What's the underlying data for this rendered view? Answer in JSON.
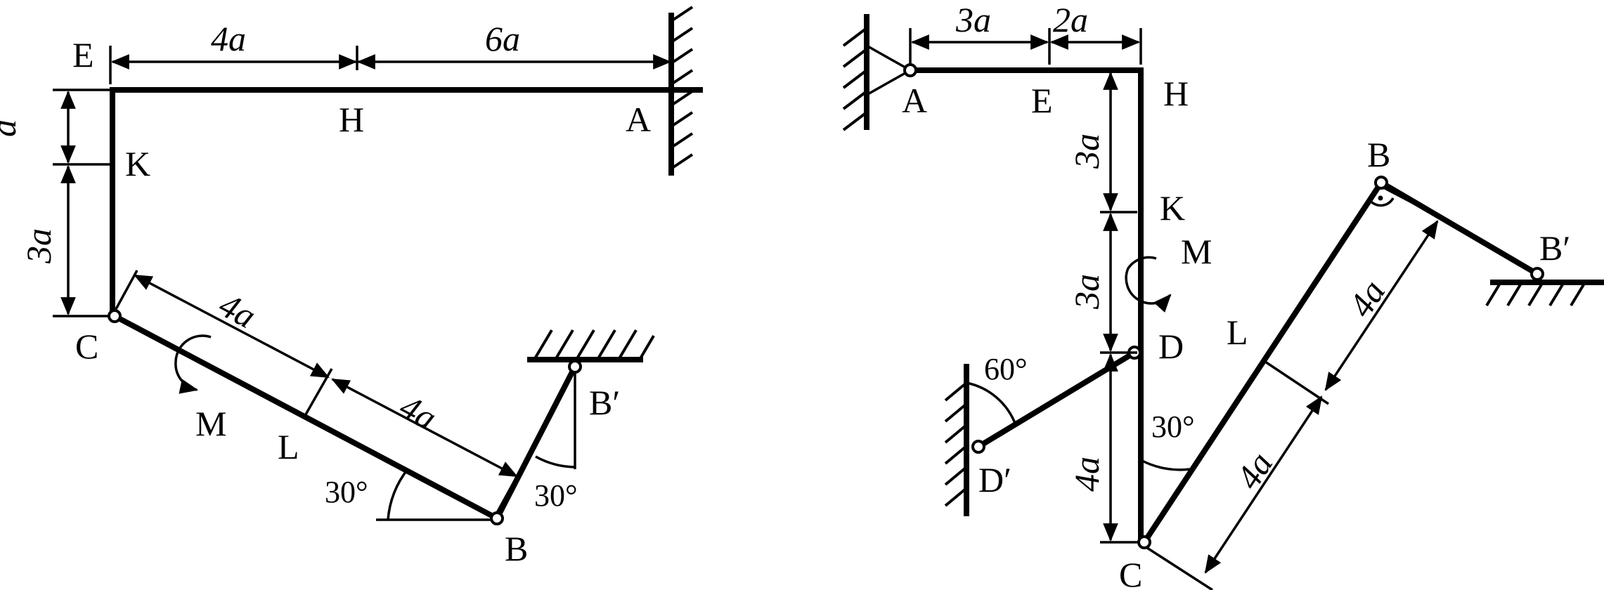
{
  "figure_left": {
    "points": {
      "E": "E",
      "H": "H",
      "A": "A",
      "K": "K",
      "C": "C",
      "L": "L",
      "B": "B",
      "B_prime": "B′"
    },
    "moment_label": "M",
    "dims": {
      "EH": "4a",
      "HA": "6a",
      "EK": "a",
      "KC": "3a",
      "CL": "4a",
      "LB": "4a"
    },
    "angles": {
      "at_B": "30°",
      "at_B_prime": "30°"
    }
  },
  "figure_right": {
    "points": {
      "A": "A",
      "E": "E",
      "H": "H",
      "K": "K",
      "D": "D",
      "D_prime": "D′",
      "C": "C",
      "L": "L",
      "B": "B",
      "B_prime": "B′"
    },
    "moment_label": "M",
    "dims": {
      "AE": "3a",
      "EH": "2a",
      "HK": "3a",
      "KD": "3a",
      "DC": "4a",
      "CL": "4a",
      "LB": "4a"
    },
    "angles": {
      "at_D_prime": "60°",
      "at_C": "30°"
    }
  }
}
